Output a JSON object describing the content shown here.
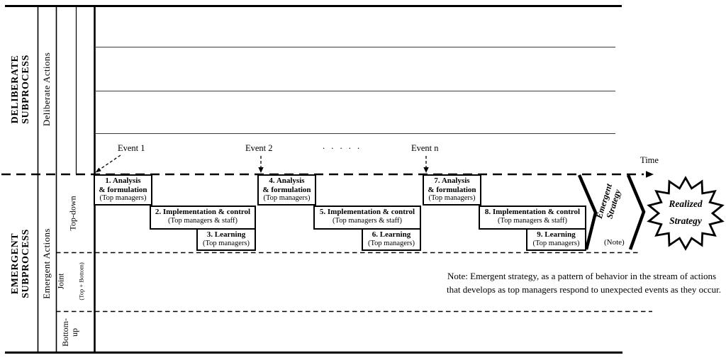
{
  "left_panel": {
    "deliberate_title": "DELIBERATE\nSUBPROCESS",
    "deliberate_actions": "Deliberate Actions",
    "emergent_title": "EMERGENT\nSUBPROCESS",
    "emergent_actions": "Emergent Actions",
    "row_top_down": "Top-down",
    "row_joint": "Joint",
    "row_joint_sub": "(Top + Bottom)",
    "row_bottom_up": "Bottom-\nup"
  },
  "timeline": {
    "event1": "Event 1",
    "event2": "Event 2",
    "dots": ". . . . .",
    "event_n": "Event n",
    "time": "Time"
  },
  "boxes": [
    {
      "title": "1. Analysis\n& formulation",
      "subtitle": "(Top managers)"
    },
    {
      "title": "2. Implementation & control",
      "subtitle": "(Top managers & staff)"
    },
    {
      "title": "3. Learning",
      "subtitle": "(Top managers)"
    },
    {
      "title": "4. Analysis\n& formulation",
      "subtitle": "(Top managers)"
    },
    {
      "title": "5. Implementation & control",
      "subtitle": "(Top managers & staff)"
    },
    {
      "title": "6. Learning",
      "subtitle": "(Top managers)"
    },
    {
      "title": "7. Analysis\n& formulation",
      "subtitle": "(Top managers)"
    },
    {
      "title": "8. Implementation & control",
      "subtitle": "(Top managers & staff)"
    },
    {
      "title": "9. Learning",
      "subtitle": "(Top managers)"
    }
  ],
  "outputs": {
    "emergent_strategy": "Emergent\nStrategy",
    "note_ref": "(Note)",
    "realized_strategy": "Realized\nStrategy"
  },
  "note": {
    "line1": "Note: Emergent strategy, as a pattern of behavior in the stream of actions",
    "line2": "that develops as top managers respond to unexpected events as they occur."
  },
  "colors": {
    "ink": "#000000",
    "lane_line": "#3c3c3c"
  }
}
